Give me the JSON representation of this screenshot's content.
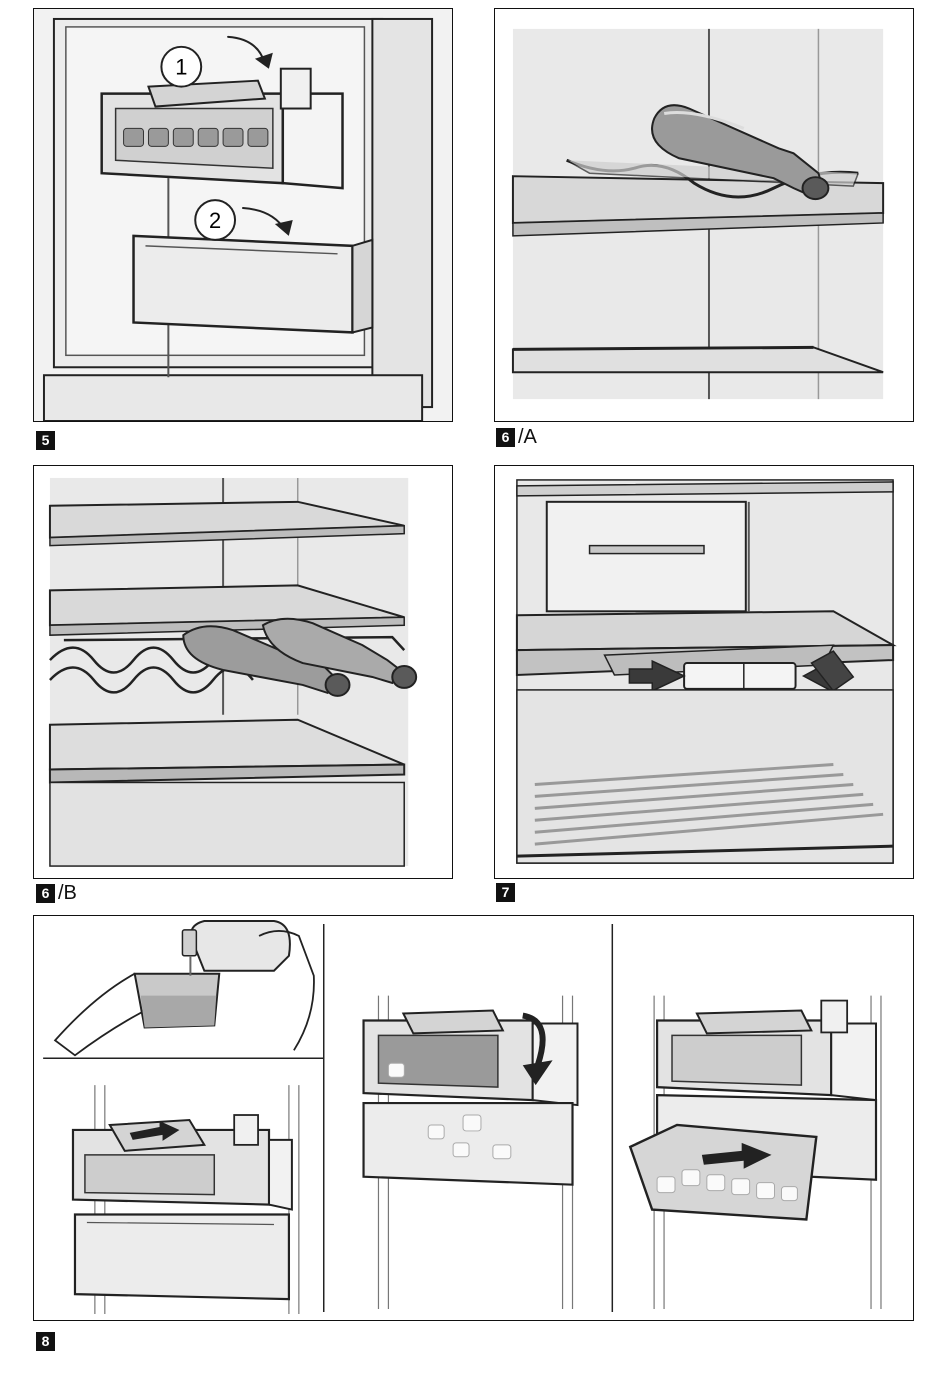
{
  "figures": [
    {
      "id": "5",
      "badge": "5",
      "suffix": "",
      "callouts": [
        "1",
        "2"
      ]
    },
    {
      "id": "6a",
      "badge": "6",
      "suffix": "/A"
    },
    {
      "id": "6b",
      "badge": "6",
      "suffix": "/B"
    },
    {
      "id": "7",
      "badge": "7",
      "suffix": ""
    },
    {
      "id": "8",
      "badge": "8",
      "suffix": ""
    }
  ],
  "colors": {
    "ink": "#222222",
    "wall": "#ececec",
    "shelf": "#d8d8d8",
    "metal": "#8a8a8a",
    "arrow": "#3a3a3a"
  }
}
